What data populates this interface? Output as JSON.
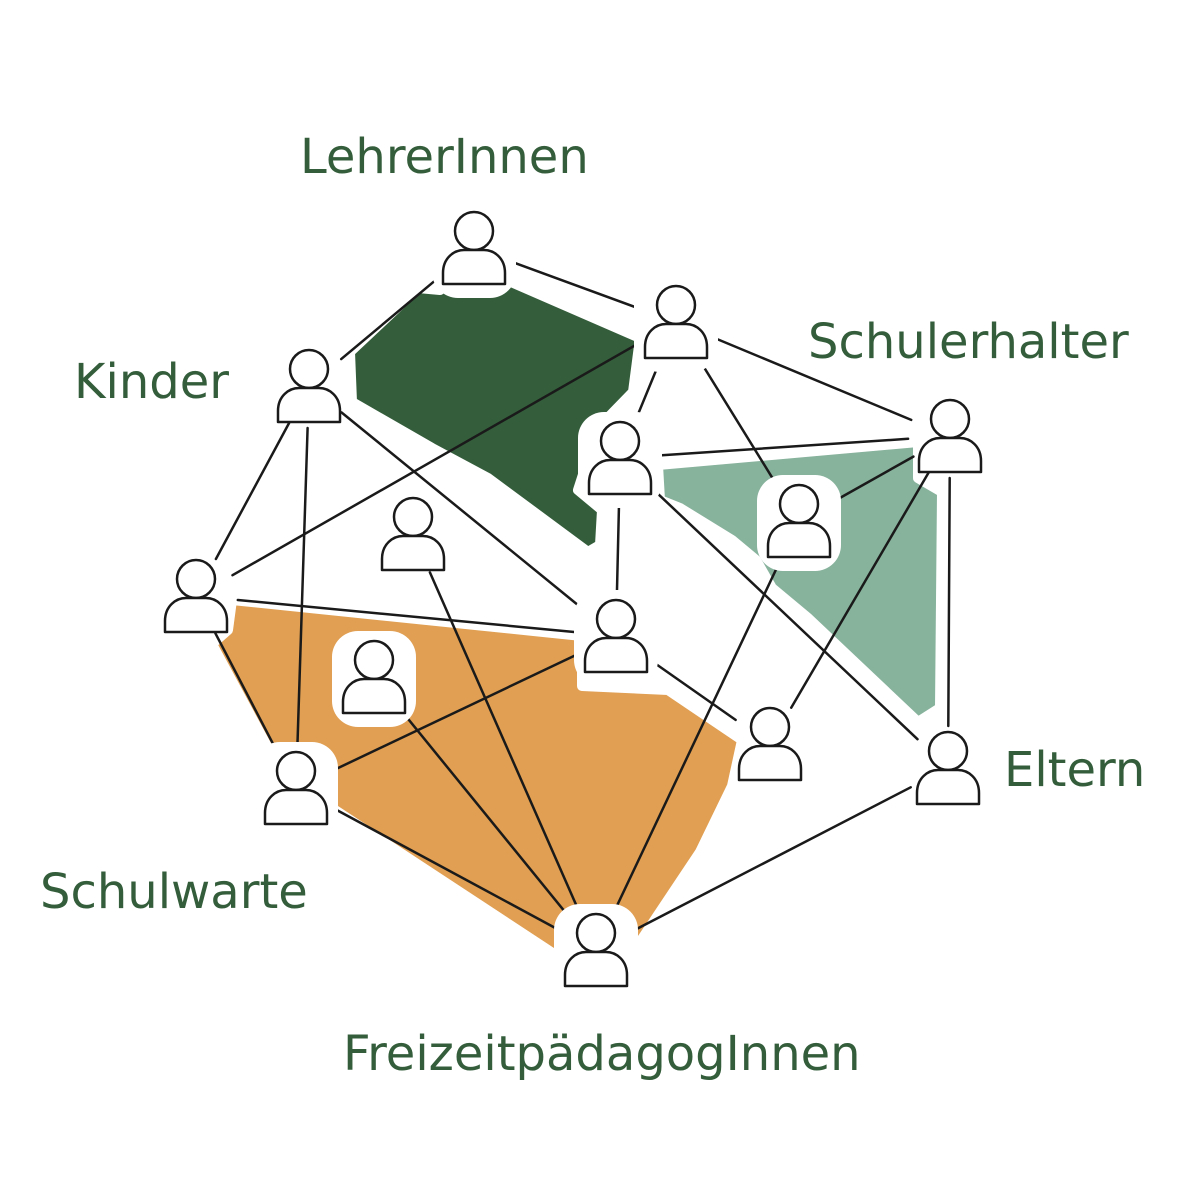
{
  "labels": {
    "teachers": "LehrerInnen",
    "children": "Kinder",
    "school_operator": "Schulerhalter",
    "parents": "Eltern",
    "caretakers": "Schulwarte",
    "leisure_educators": "FreizeitpädagogInnen"
  },
  "colors": {
    "label_text": "#345e3b",
    "dark_green_region": "#345e3b",
    "sage_green_region": "#87b29c",
    "orange_region": "#e09f52",
    "line": "#1a1a1a",
    "person_fill": "#ffffff",
    "person_stroke": "#1a1a1a"
  },
  "people": [
    {
      "name": "person-lehrerinnen"
    },
    {
      "name": "person-top-right"
    },
    {
      "name": "person-kinder"
    },
    {
      "name": "person-middle"
    },
    {
      "name": "person-schulerhalter"
    },
    {
      "name": "person-green-region"
    },
    {
      "name": "person-center"
    },
    {
      "name": "person-left"
    },
    {
      "name": "person-center-right"
    },
    {
      "name": "person-orange-region"
    },
    {
      "name": "person-right-lower"
    },
    {
      "name": "person-schulwarte"
    },
    {
      "name": "person-eltern"
    },
    {
      "name": "person-freizeitpaedagoginnen"
    }
  ],
  "connections": [
    [
      "person-lehrerinnen",
      "person-kinder"
    ],
    [
      "person-lehrerinnen",
      "person-top-right"
    ],
    [
      "person-top-right",
      "person-schulerhalter"
    ],
    [
      "person-top-right",
      "person-middle"
    ],
    [
      "person-top-right",
      "person-green-region"
    ],
    [
      "person-top-right",
      "person-left"
    ],
    [
      "person-kinder",
      "person-left"
    ],
    [
      "person-kinder",
      "person-schulwarte"
    ],
    [
      "person-kinder",
      "person-center-right"
    ],
    [
      "person-middle",
      "person-schulerhalter"
    ],
    [
      "person-middle",
      "person-center-right"
    ],
    [
      "person-middle",
      "person-eltern"
    ],
    [
      "person-schulerhalter",
      "person-eltern"
    ],
    [
      "person-schulerhalter",
      "person-green-region"
    ],
    [
      "person-schulerhalter",
      "person-right-lower"
    ],
    [
      "person-green-region",
      "person-freizeitpaedagoginnen"
    ],
    [
      "person-center",
      "person-freizeitpaedagoginnen"
    ],
    [
      "person-left",
      "person-center-right"
    ],
    [
      "person-left",
      "person-schulwarte"
    ],
    [
      "person-center-right",
      "person-right-lower"
    ],
    [
      "person-center-right",
      "person-schulwarte"
    ],
    [
      "person-orange-region",
      "person-freizeitpaedagoginnen"
    ],
    [
      "person-schulwarte",
      "person-freizeitpaedagoginnen"
    ],
    [
      "person-eltern",
      "person-freizeitpaedagoginnen"
    ]
  ]
}
